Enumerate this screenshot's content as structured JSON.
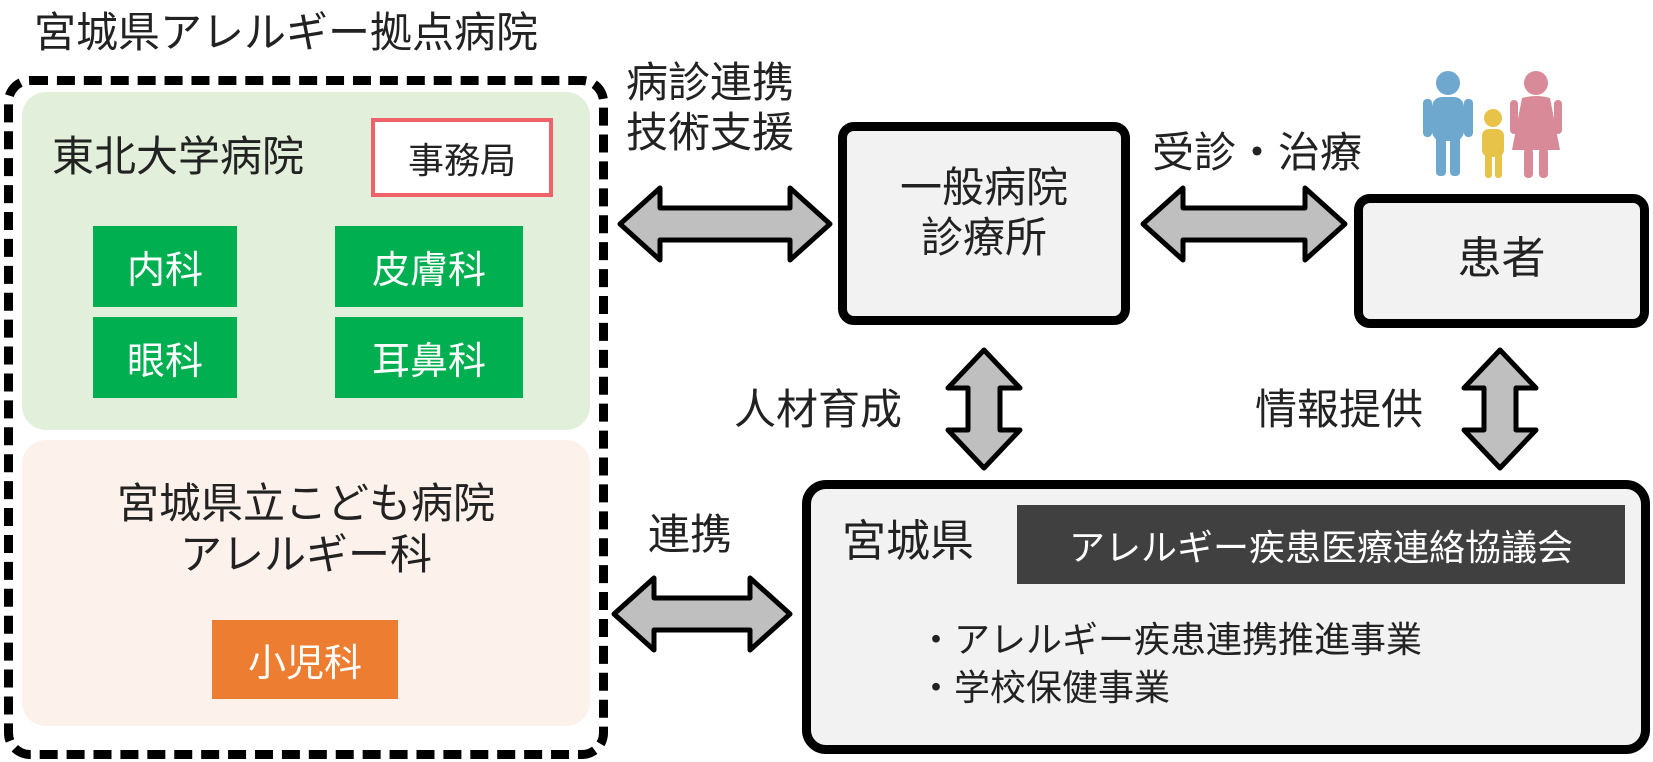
{
  "hub": {
    "title": "宮城県アレルギー拠点病院",
    "tohoku": {
      "name": "東北大学病院",
      "secretariat": "事務局",
      "departments": [
        "内科",
        "皮膚科",
        "眼科",
        "耳鼻科"
      ]
    },
    "children": {
      "name_line1": "宮城県立こども病院",
      "name_line2": "アレルギー科",
      "department": "小児科"
    }
  },
  "general": {
    "line1": "一般病院",
    "line2": "診療所"
  },
  "patient": {
    "label": "患者"
  },
  "prefecture": {
    "name": "宮城県",
    "council": "アレルギー疾患医療連絡協議会",
    "projects": [
      "・アレルギー疾患連携推進事業",
      "・学校保健事業"
    ]
  },
  "relations": {
    "tech_line1": "病診連携",
    "tech_line2": "技術支援",
    "consult": "受診・治療",
    "training": "人材育成",
    "info": "情報提供",
    "collab": "連携"
  },
  "colors": {
    "tohoku_panel": "#e2efda",
    "children_panel": "#fdf1ec",
    "department_green": "#00b050",
    "department_orange": "#ed7d31",
    "secretariat_border": "#f0626a",
    "council_bg": "#404040",
    "box_bg": "#f2f2f2",
    "arrow_fill": "#bfbfbf",
    "family_blue": "#6fa8cf",
    "family_yellow": "#e8c34a",
    "family_pink": "#d98a98"
  }
}
